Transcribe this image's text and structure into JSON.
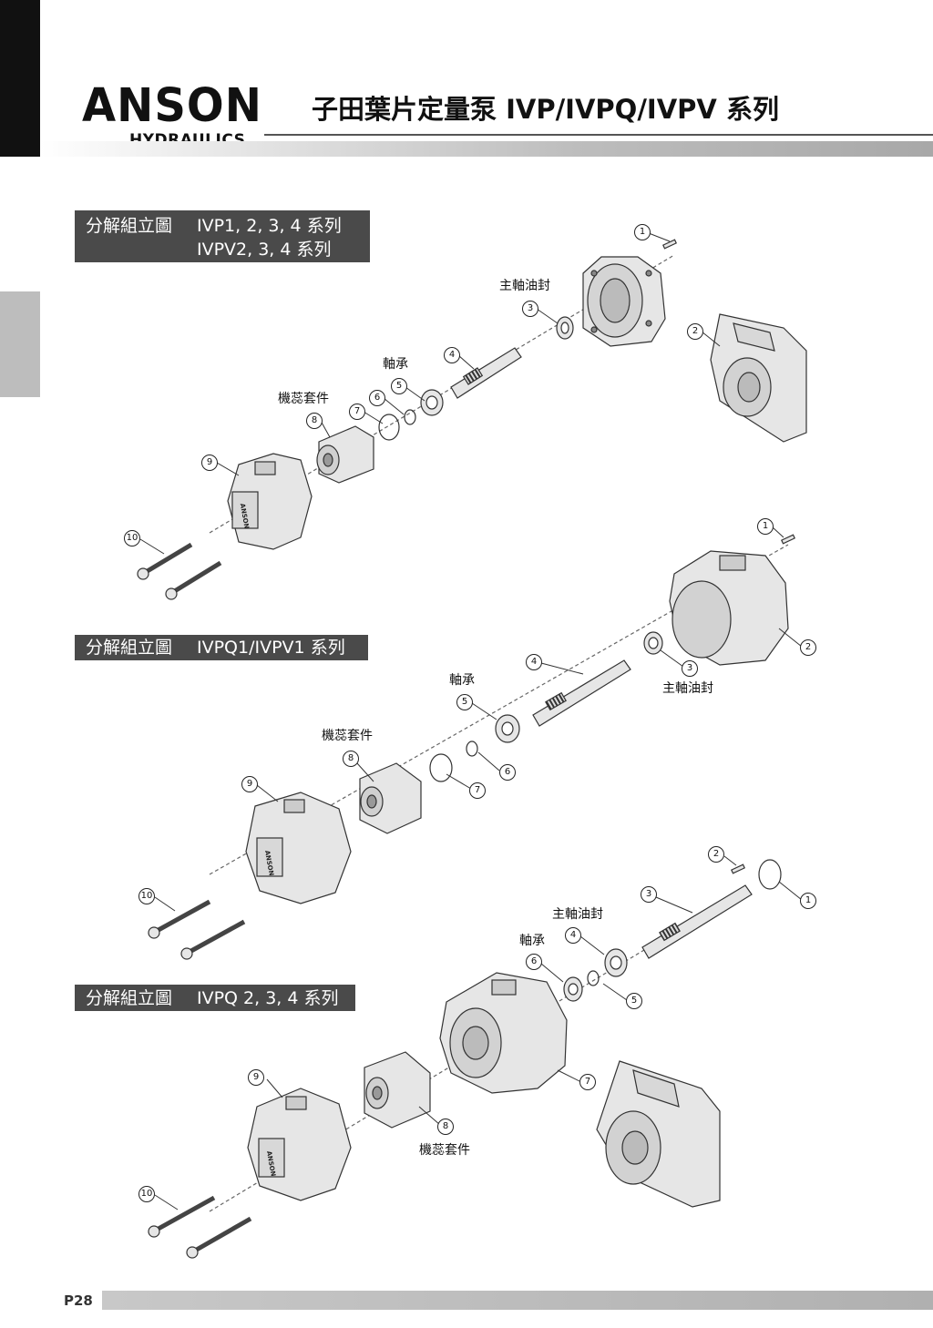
{
  "header": {
    "logo_main": "ANSON",
    "logo_sub": "HYDRAULICS",
    "title": "子田葉片定量泵 IVP/IVPQ/IVPV 系列"
  },
  "sections": [
    {
      "label": "分解組立圖",
      "line1": "IVP1, 2, 3, 4 系列",
      "line2": "IVPV2, 3, 4 系列"
    },
    {
      "label": "分解組立圖",
      "line1": "IVPQ1/IVPV1 系列"
    },
    {
      "label": "分解組立圖",
      "line1": "IVPQ 2, 3, 4 系列"
    }
  ],
  "parts": {
    "seal": "主軸油封",
    "bearing": "軸承",
    "cartridge": "機蕊套件"
  },
  "callouts": {
    "d1": [
      "1",
      "2",
      "3",
      "4",
      "5",
      "6",
      "7",
      "8",
      "9",
      "10"
    ],
    "d2": [
      "1",
      "2",
      "3",
      "4",
      "5",
      "6",
      "7",
      "8",
      "9",
      "10"
    ],
    "d3": [
      "1",
      "2",
      "3",
      "4",
      "5",
      "6",
      "7",
      "8",
      "9",
      "10"
    ]
  },
  "body_marking": "ANSON",
  "footer": {
    "page": "P28"
  }
}
